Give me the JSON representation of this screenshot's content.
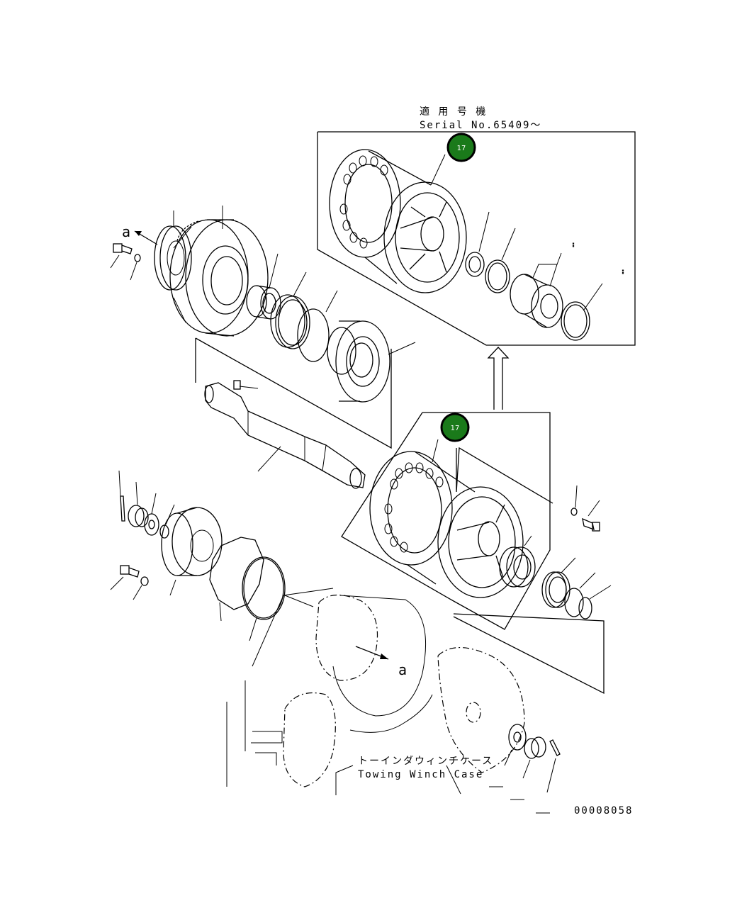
{
  "header": {
    "serial_label_jp": "適 用 号 機",
    "serial_label_en": "Serial No.65409〜"
  },
  "callouts": [
    {
      "number": "17",
      "color": "#1a7a1a"
    },
    {
      "number": "17",
      "color": "#1a7a1a"
    }
  ],
  "view_marker_top": "a",
  "view_marker_bottom": "a",
  "case_label_jp": "トーインダウィンチケース",
  "case_label_en": "Towing Winch Case",
  "drawing_number": "00008058"
}
